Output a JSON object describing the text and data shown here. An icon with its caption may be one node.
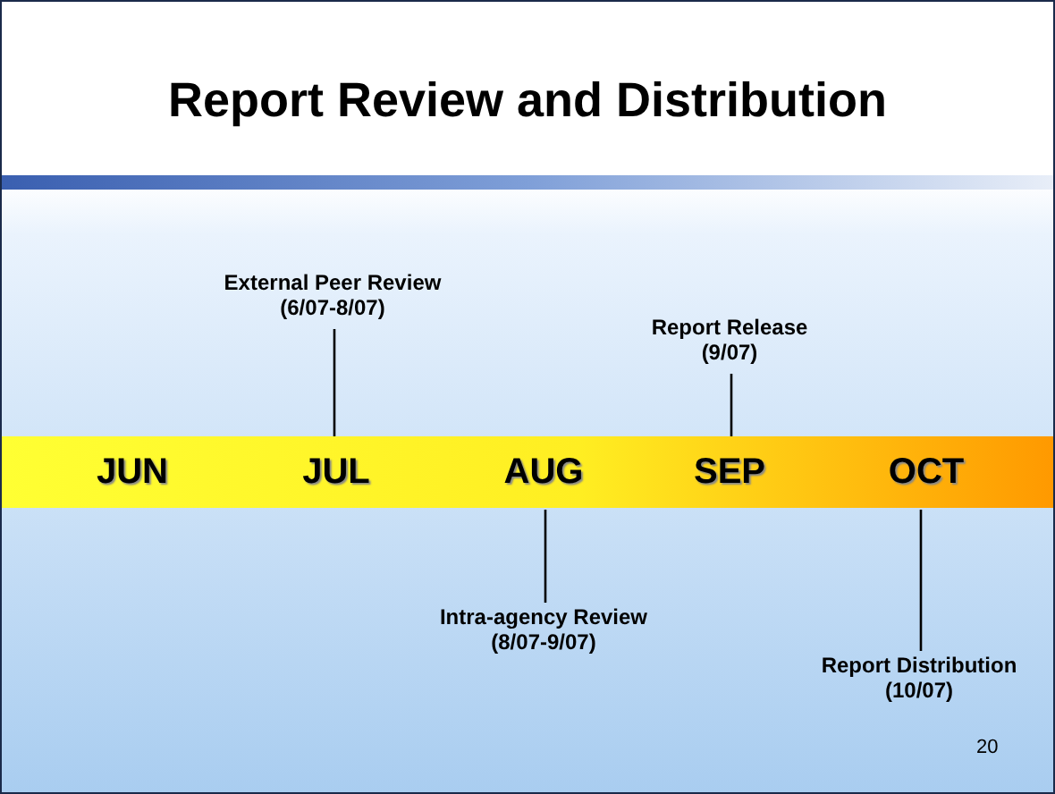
{
  "diagram": {
    "title": "Report Review and Distribution",
    "nodes": [
      {
        "text": [
          "JUN",
          "JUL",
          "AUG",
          "SEP",
          "OCT"
        ]
      },
      {
        "text": [
          "External Peer Review (6/07-8/07)"
        ]
      },
      {
        "text": [
          "Report Release (9/07)"
        ]
      },
      {
        "text": [
          "Intra-agency Review (8/07-9/07)"
        ]
      },
      {
        "text": [
          "Report Distribution (10/07)"
        ]
      }
    ],
    "edges": [
      {
        "from": 1,
        "to": 0,
        "arrow": "none"
      },
      {
        "from": 2,
        "to": 0,
        "arrow": "none"
      },
      {
        "from": 3,
        "to": 0,
        "arrow": "none"
      },
      {
        "from": 4,
        "to": 0,
        "arrow": "none"
      }
    ],
    "labels": [
      "20"
    ]
  }
}
